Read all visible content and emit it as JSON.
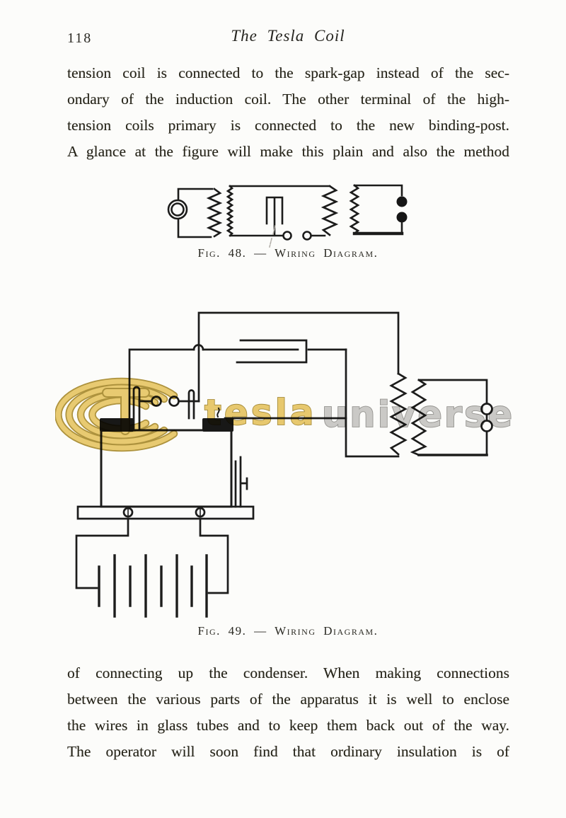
{
  "header": {
    "page_number": "118",
    "running_title": "The Tesla Coil"
  },
  "intro_paragraph": {
    "lines": [
      "tension coil is connected to the spark-gap instead of the sec-",
      "ondary of the induction coil.  The other terminal of the high-",
      "tension coils primary is connected to the new binding-post.",
      "A glance at the figure will make this plain and also the method"
    ]
  },
  "figures": {
    "fig48": {
      "caption": "Fig. 48. — Wiring Diagram."
    },
    "fig49": {
      "caption": "Fig. 49. — Wiring Diagram."
    }
  },
  "watermark": {
    "word1": "tesla",
    "word2": "universe",
    "logo_icon": "tesla-universe-coil-logo",
    "gold_color": "#e9c765",
    "gray_color": "#c9c8c6"
  },
  "closing_paragraph": {
    "lines": [
      "of connecting up the condenser.  When making connections",
      "between the various parts of the apparatus it is well to enclose",
      "the wires in glass tubes and to keep them back out of the way.",
      "The operator will soon find that ordinary insulation is of"
    ]
  },
  "colors": {
    "paper": "#fcfcfa",
    "ink_text": "#262419",
    "ink_line": "#1c1c1b"
  }
}
